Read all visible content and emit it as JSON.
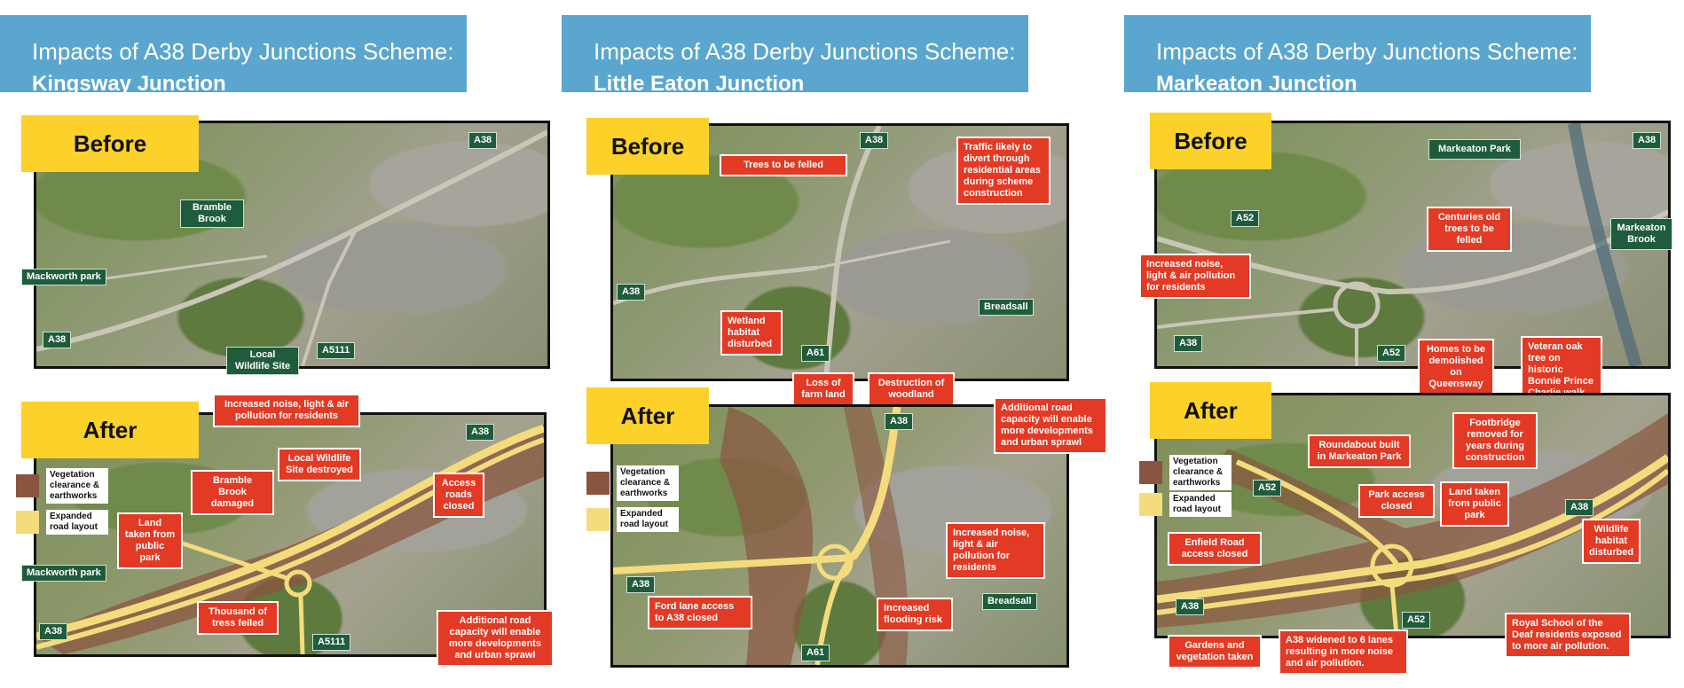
{
  "colors": {
    "title_bg": "#5aa6cf",
    "tag_bg": "#fcd12a",
    "place_label": "#1f5c3c",
    "impact_label": "#e23a24",
    "vegetation": "#8a5540",
    "road_layout": "#f4dc7c"
  },
  "legend": {
    "vegetation": "Vegetation clearance & earthworks",
    "road": "Expanded road layout"
  },
  "panels": [
    {
      "title_line1": "Impacts of A38 Derby Junctions Scheme:",
      "title_line2": "Kingsway Junction",
      "before_tag": "Before",
      "after_tag": "After",
      "before_labels": [
        "A38",
        "Bramble Brook",
        "Mackworth park",
        "A38",
        "Local Wildlife Site",
        "A5111"
      ],
      "after_places": [
        "A38",
        "Mackworth park",
        "A38",
        "A5111"
      ],
      "after_impacts": [
        "Increased noise, light & air pollution for residents",
        "Local Wildlife Site destroyed",
        "Bramble Brook damaged",
        "Access roads closed",
        "Land taken from public park",
        "Thousand of tress felled",
        "Additional road capacity will enable more developments and urban sprawl"
      ]
    },
    {
      "title_line1": "Impacts of A38 Derby Junctions Scheme:",
      "title_line2": "Little Eaton Junction",
      "before_tag": "Before",
      "after_tag": "After",
      "before_places": [
        "A38",
        "A38",
        "A61",
        "Breadsall"
      ],
      "before_impacts": [
        "Trees to be felled",
        "Traffic likely to divert through residential areas during scheme construction",
        "Wetland habitat disturbed",
        "Loss of farm land",
        "Destruction of woodland"
      ],
      "after_places": [
        "A38",
        "A38",
        "A61",
        "Breadsall"
      ],
      "after_impacts": [
        "Additional road capacity will enable more developments and urban sprawl",
        "Increased noise, light & air pollution for residents",
        "Ford lane access to A38 closed",
        "Increased flooding risk"
      ]
    },
    {
      "title_line1": "Impacts of A38 Derby Junctions Scheme:",
      "title_line2": "Markeaton Junction",
      "before_tag": "Before",
      "after_tag": "After",
      "before_places": [
        "Markeaton Park",
        "A38",
        "A52",
        "Markeaton Brook",
        "A38",
        "A52"
      ],
      "before_impacts": [
        "Centuries old trees to be felled",
        "Increased noise, light & air pollution for residents",
        "Homes to be demolished on Queensway",
        "Veteran oak tree on historic Bonnie Prince Charlie walk to be felled"
      ],
      "after_places": [
        "A52",
        "A38",
        "A38",
        "A52"
      ],
      "after_impacts": [
        "Footbridge removed for years during construction",
        "Roundabout built in Markeaton Park",
        "Park access closed",
        "Land taken from public park",
        "Enfield Road access closed",
        "Wildlife habitat disturbed",
        "Gardens and vegetation taken",
        "A38 widened to 6 lanes resulting in more noise and air pollution.",
        "Royal School of the Deaf residents exposed to more air pollution."
      ]
    }
  ]
}
